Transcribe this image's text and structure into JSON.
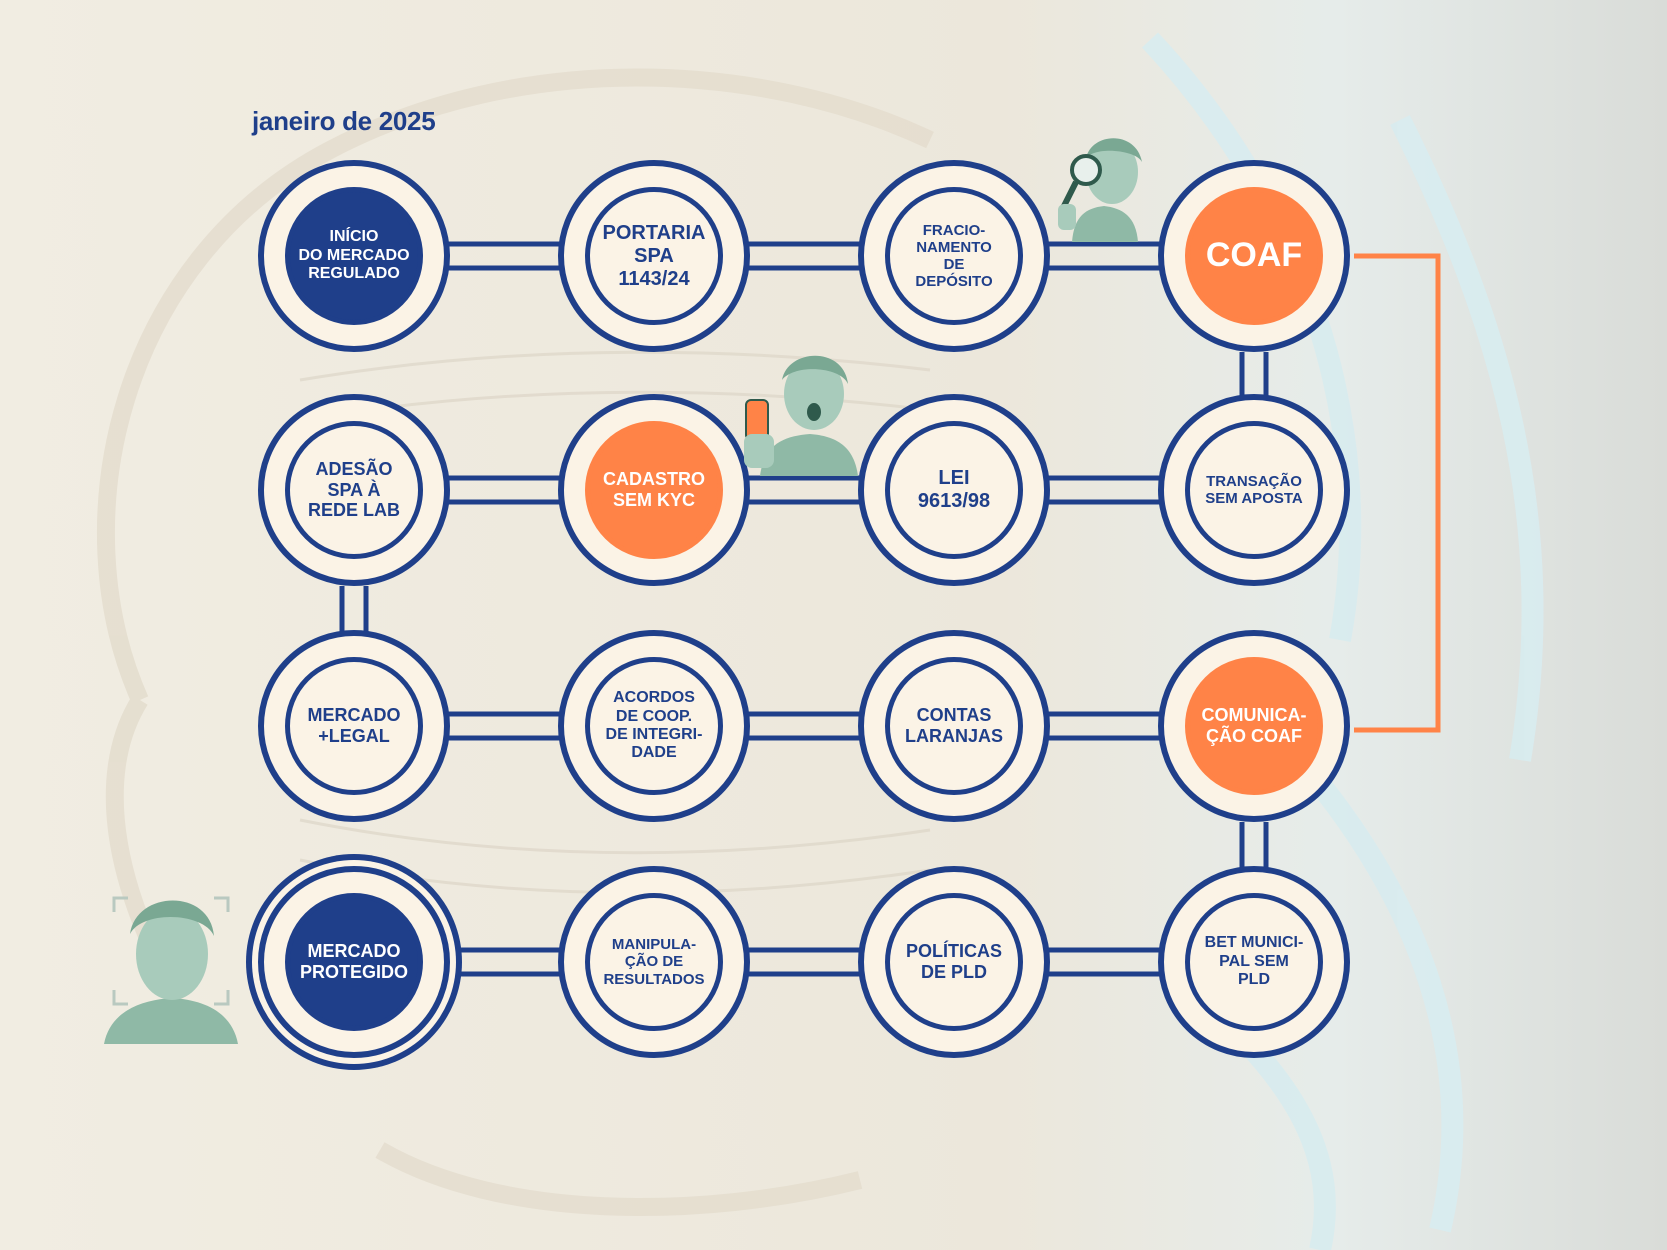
{
  "header": {
    "date": "janeiro de 2025"
  },
  "colors": {
    "navy": "#1f3f8a",
    "orange": "#ff8347",
    "cream": "#fbf3e6",
    "background": "#efebe1",
    "portrait_tint": "#8fb9a6"
  },
  "stations": {
    "r1c1": {
      "label": "INÍCIO\nDO MERCADO\nREGULADO"
    },
    "r1c2": {
      "label": "PORTARIA\nSPA\n1143/24"
    },
    "r1c3": {
      "label": "FRACIO-\nNAMENTO\nDE\nDEPÓSITO"
    },
    "r1c4": {
      "label": "COAF"
    },
    "r2c1": {
      "label": "ADESÃO\nSPA À\nREDE LAB"
    },
    "r2c2": {
      "label": "CADASTRO\nSEM KYC"
    },
    "r2c3": {
      "label": "LEI\n9613/98"
    },
    "r2c4": {
      "label": "TRANSAÇÃO\nSEM APOSTA"
    },
    "r3c1": {
      "label": "MERCADO\n+LEGAL"
    },
    "r3c2": {
      "label": "ACORDOS\nDE COOP.\nDE INTEGRI-\nDADE"
    },
    "r3c3": {
      "label": "CONTAS\nLARANJAS"
    },
    "r3c4": {
      "label": "COMUNICA-\nÇÃO COAF"
    },
    "r4c1": {
      "label": "MERCADO\nPROTEGIDO"
    },
    "r4c2": {
      "label": "MANIPULA-\nÇÃO DE\nRESULTADOS"
    },
    "r4c3": {
      "label": "POLÍTICAS\nDE PLD"
    },
    "r4c4": {
      "label": "BET MUNICI-\nPAL SEM\nPLD"
    }
  },
  "illustrations": {
    "magnifier_figure": "statue-with-magnifying-glass",
    "phone_figure": "surprised-statue-with-phone",
    "face_scan_figure": "statue-face-scan"
  }
}
